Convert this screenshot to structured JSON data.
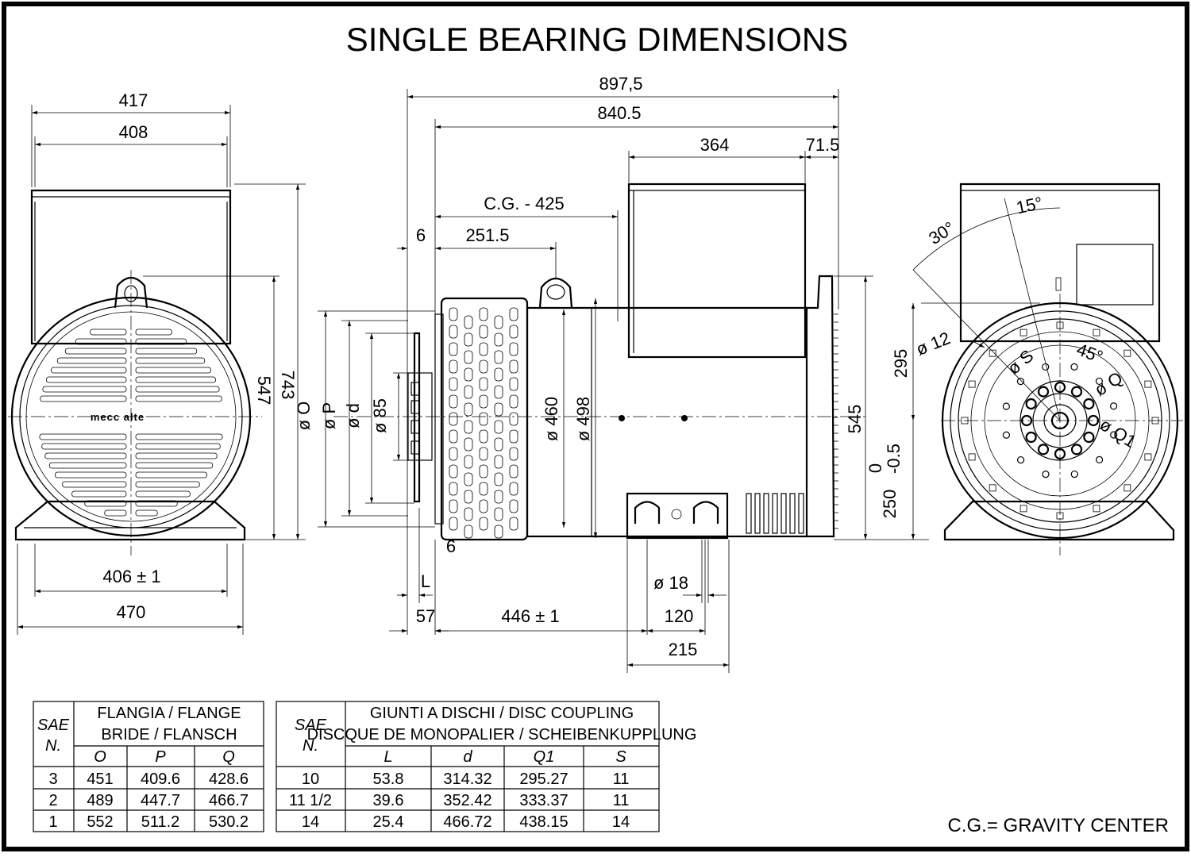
{
  "title": "SINGLE BEARING DIMENSIONS",
  "logo_text": "mecc alte",
  "front_view": {
    "dim_417": "417",
    "dim_408": "408",
    "dim_406": "406 ± 1",
    "dim_470": "470",
    "dim_547": "547",
    "dim_743": "743"
  },
  "side_view": {
    "dim_897": "897,5",
    "dim_840": "840.5",
    "dim_364": "364",
    "dim_71": "71.5",
    "dim_cg": "C.G. - 425",
    "dim_6_top": "6",
    "dim_251": "251.5",
    "dim_6_bottom": "6",
    "dim_O": "ø O",
    "dim_P": "ø P",
    "dim_d": "ø d",
    "dim_85": "ø 85",
    "dim_460": "ø 460",
    "dim_498": "ø 498",
    "dim_545": "545",
    "dim_L": "L",
    "dim_57": "57",
    "dim_446": "446 ± 1",
    "dim_18": "ø 18",
    "dim_120": "120",
    "dim_215": "215"
  },
  "rear_view": {
    "dim_15deg": "15°",
    "dim_30deg": "30°",
    "dim_12": "ø 12",
    "dim_S": "ø S",
    "dim_45deg": "45°",
    "dim_Q": "ø Q",
    "dim_Q1": "ø Q1",
    "dim_295": "295",
    "dim_250a": "250",
    "dim_250b": "-0.5",
    "dim_250c": "0"
  },
  "flange_table": {
    "sae_label_1": "SAE",
    "sae_label_2": "N.",
    "header_1": "FLANGIA / FLANGE",
    "header_2": "BRIDE / FLANSCH",
    "columns": [
      "O",
      "P",
      "Q"
    ],
    "rows": [
      {
        "sae": "3",
        "values": [
          "451",
          "409.6",
          "428.6"
        ]
      },
      {
        "sae": "2",
        "values": [
          "489",
          "447.7",
          "466.7"
        ]
      },
      {
        "sae": "1",
        "values": [
          "552",
          "511.2",
          "530.2"
        ]
      }
    ]
  },
  "coupling_table": {
    "sae_label_1": "SAE",
    "sae_label_2": "N.",
    "header_1": "GIUNTI A DISCHI / DISC COUPLING",
    "header_2": "DISCQUE DE MONOPALIER / SCHEIBENKUPPLUNG",
    "columns": [
      "L",
      "d",
      "Q1",
      "S"
    ],
    "rows": [
      {
        "sae": "10",
        "values": [
          "53.8",
          "314.32",
          "295.27",
          "11"
        ]
      },
      {
        "sae": "11 1/2",
        "values": [
          "39.6",
          "352.42",
          "333.37",
          "11"
        ]
      },
      {
        "sae": "14",
        "values": [
          "25.4",
          "466.72",
          "438.15",
          "14"
        ]
      }
    ]
  },
  "footnote": "C.G.= GRAVITY CENTER"
}
